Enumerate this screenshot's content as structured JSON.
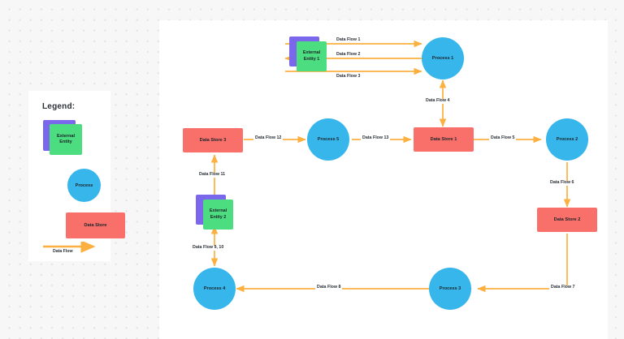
{
  "legend": {
    "title": "Legend:",
    "items": [
      {
        "type": "external-entity",
        "label": "External\nEntity",
        "label_line1": "External",
        "label_line2": "Entity",
        "color_front": "#4bdd7f",
        "color_back": "#7b67ec"
      },
      {
        "type": "process",
        "label": "Process",
        "color": "#37b6ec"
      },
      {
        "type": "data-store",
        "label": "Data Store",
        "color": "#f9706b"
      },
      {
        "type": "data-flow",
        "label": "Data Flow",
        "color": "#fbb040"
      }
    ]
  },
  "diagram": {
    "type": "data-flow-diagram",
    "colors": {
      "external_entity_front": "#4bdd7f",
      "external_entity_back": "#7b67ec",
      "process": "#37b6ec",
      "data_store": "#f9706b",
      "flow": "#fbb040",
      "canvas": "#ffffff",
      "background": "#f7f7f8"
    },
    "nodes": [
      {
        "id": "ee1",
        "type": "external-entity",
        "label": "External Entity 1",
        "label_line1": "External",
        "label_line2": "Entity 1"
      },
      {
        "id": "ee2",
        "type": "external-entity",
        "label": "External Entity 2",
        "label_line1": "External",
        "label_line2": "Entity 2"
      },
      {
        "id": "p1",
        "type": "process",
        "label": "Process 1"
      },
      {
        "id": "p2",
        "type": "process",
        "label": "Process 2"
      },
      {
        "id": "p3",
        "type": "process",
        "label": "Process 3"
      },
      {
        "id": "p4",
        "type": "process",
        "label": "Process 4"
      },
      {
        "id": "p5",
        "type": "process",
        "label": "Process 5"
      },
      {
        "id": "ds1",
        "type": "data-store",
        "label": "Data Store 1"
      },
      {
        "id": "ds2",
        "type": "data-store",
        "label": "Data Store 2"
      },
      {
        "id": "ds3",
        "type": "data-store",
        "label": "Data Store 3"
      }
    ],
    "flows": [
      {
        "id": "f1",
        "label": "Data Flow 1",
        "from": "ee1",
        "to": "p1",
        "direction": "forward"
      },
      {
        "id": "f2",
        "label": "Data Flow 2",
        "from": "p1",
        "to": "ee1",
        "direction": "forward"
      },
      {
        "id": "f3",
        "label": "Data Flow 3",
        "from": "ee1",
        "to": "p1",
        "direction": "forward"
      },
      {
        "id": "f4",
        "label": "Data Flow 4",
        "from": "p1",
        "to": "ds1",
        "direction": "bidirectional"
      },
      {
        "id": "f5",
        "label": "Data Flow 5",
        "from": "ds1",
        "to": "p2",
        "direction": "forward"
      },
      {
        "id": "f6",
        "label": "Data Flow 6",
        "from": "p2",
        "to": "ds2",
        "direction": "forward"
      },
      {
        "id": "f7",
        "label": "Data Flow 7",
        "from": "ds2",
        "to": "p3",
        "direction": "forward"
      },
      {
        "id": "f8",
        "label": "Data Flow 8",
        "from": "p3",
        "to": "p4",
        "direction": "forward"
      },
      {
        "id": "f910",
        "label": "Data Flow 9, 10",
        "from": "p4",
        "to": "ee2",
        "direction": "bidirectional"
      },
      {
        "id": "f11",
        "label": "Data Flow 11",
        "from": "ee2",
        "to": "ds3",
        "direction": "forward"
      },
      {
        "id": "f12",
        "label": "Data Flow 12",
        "from": "ds3",
        "to": "p5",
        "direction": "forward"
      },
      {
        "id": "f13",
        "label": "Data Flow 13",
        "from": "p5",
        "to": "ds1",
        "direction": "forward"
      }
    ]
  }
}
